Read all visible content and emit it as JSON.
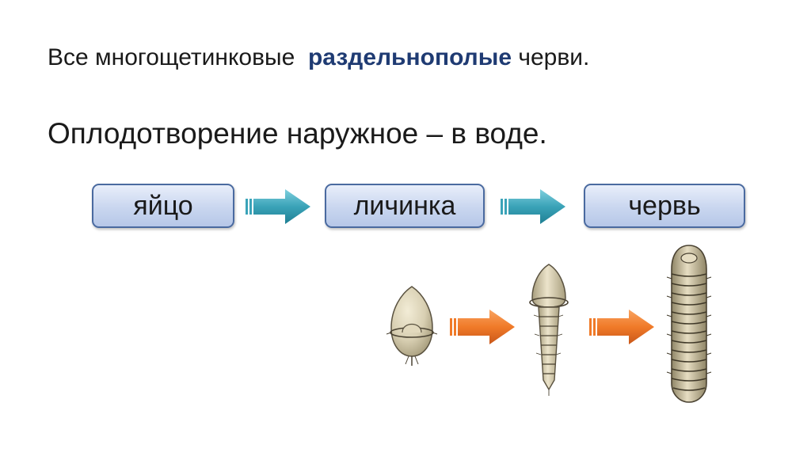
{
  "slide": {
    "line1_prefix": "Все многощетинковые",
    "line1_highlight": "раздельнополые",
    "line1_suffix": "черви.",
    "line2": "Оплодотворение наружное – в воде."
  },
  "stages": [
    {
      "label": "яйцо"
    },
    {
      "label": "личинка"
    },
    {
      "label": "червь"
    }
  ],
  "colors": {
    "highlight": "#1f3b73",
    "stage_box_border": "#4a6aa0",
    "teal_arrow": "#3aa3b8",
    "orange_arrow": "#f07a28",
    "larva_body": "#d8cfb2",
    "worm_body": "#cfc4a2"
  },
  "icons": [
    "teal-arrow-icon",
    "orange-arrow-icon",
    "egg-larva-illustration",
    "larva-illustration",
    "worm-illustration"
  ]
}
